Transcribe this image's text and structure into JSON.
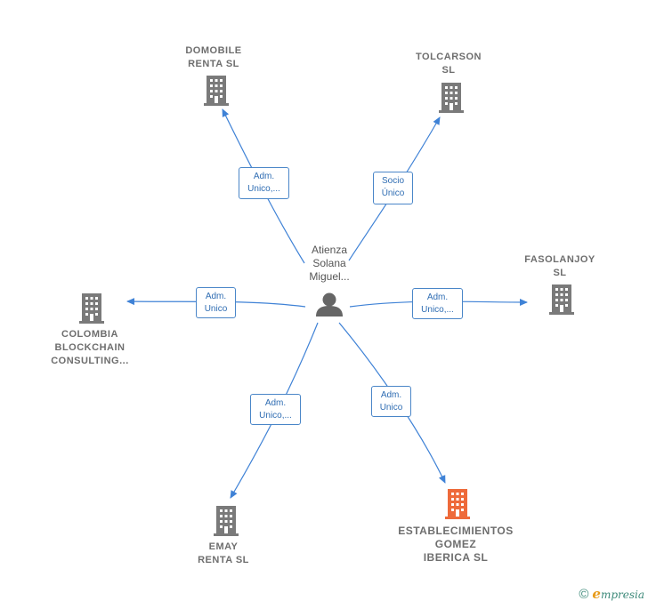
{
  "colors": {
    "edge": "#3f82d6",
    "building": "#7a7a7a",
    "building_highlight": "#ee6a3a",
    "person": "#666666"
  },
  "center": {
    "icon": "person-icon",
    "name_lines": [
      "Atienza",
      "Solana",
      "Miguel..."
    ]
  },
  "companies": [
    {
      "id": "domobile",
      "lines": [
        "DOMOBILE",
        "RENTA  SL"
      ],
      "icon": "building-icon",
      "highlight": false
    },
    {
      "id": "tolcarson",
      "lines": [
        "TOLCARSON",
        "SL"
      ],
      "icon": "building-icon",
      "highlight": false
    },
    {
      "id": "fasolanjoy",
      "lines": [
        "FASOLANJOY",
        "SL"
      ],
      "icon": "building-icon",
      "highlight": false
    },
    {
      "id": "colombia",
      "lines": [
        "COLOMBIA",
        "BLOCKCHAIN",
        "CONSULTING..."
      ],
      "icon": "building-icon",
      "highlight": false
    },
    {
      "id": "emay",
      "lines": [
        "EMAY",
        "RENTA  SL"
      ],
      "icon": "building-icon",
      "highlight": false
    },
    {
      "id": "establecimientos",
      "lines": [
        "ESTABLECIMIENTOS",
        "GOMEZ",
        "IBERICA  SL"
      ],
      "icon": "building-icon",
      "highlight": true
    }
  ],
  "relations": [
    {
      "target": "domobile",
      "lines": [
        "Adm.",
        "Unico,..."
      ]
    },
    {
      "target": "tolcarson",
      "lines": [
        "Socio",
        "Único"
      ]
    },
    {
      "target": "fasolanjoy",
      "lines": [
        "Adm.",
        "Unico,..."
      ]
    },
    {
      "target": "colombia",
      "lines": [
        "Adm.",
        "Unico"
      ]
    },
    {
      "target": "emay",
      "lines": [
        "Adm.",
        "Unico,..."
      ]
    },
    {
      "target": "establecimientos",
      "lines": [
        "Adm.",
        "Unico"
      ]
    }
  ],
  "footer": {
    "copyright": "©",
    "brand_initial": "e",
    "brand_rest": "mpresia"
  }
}
